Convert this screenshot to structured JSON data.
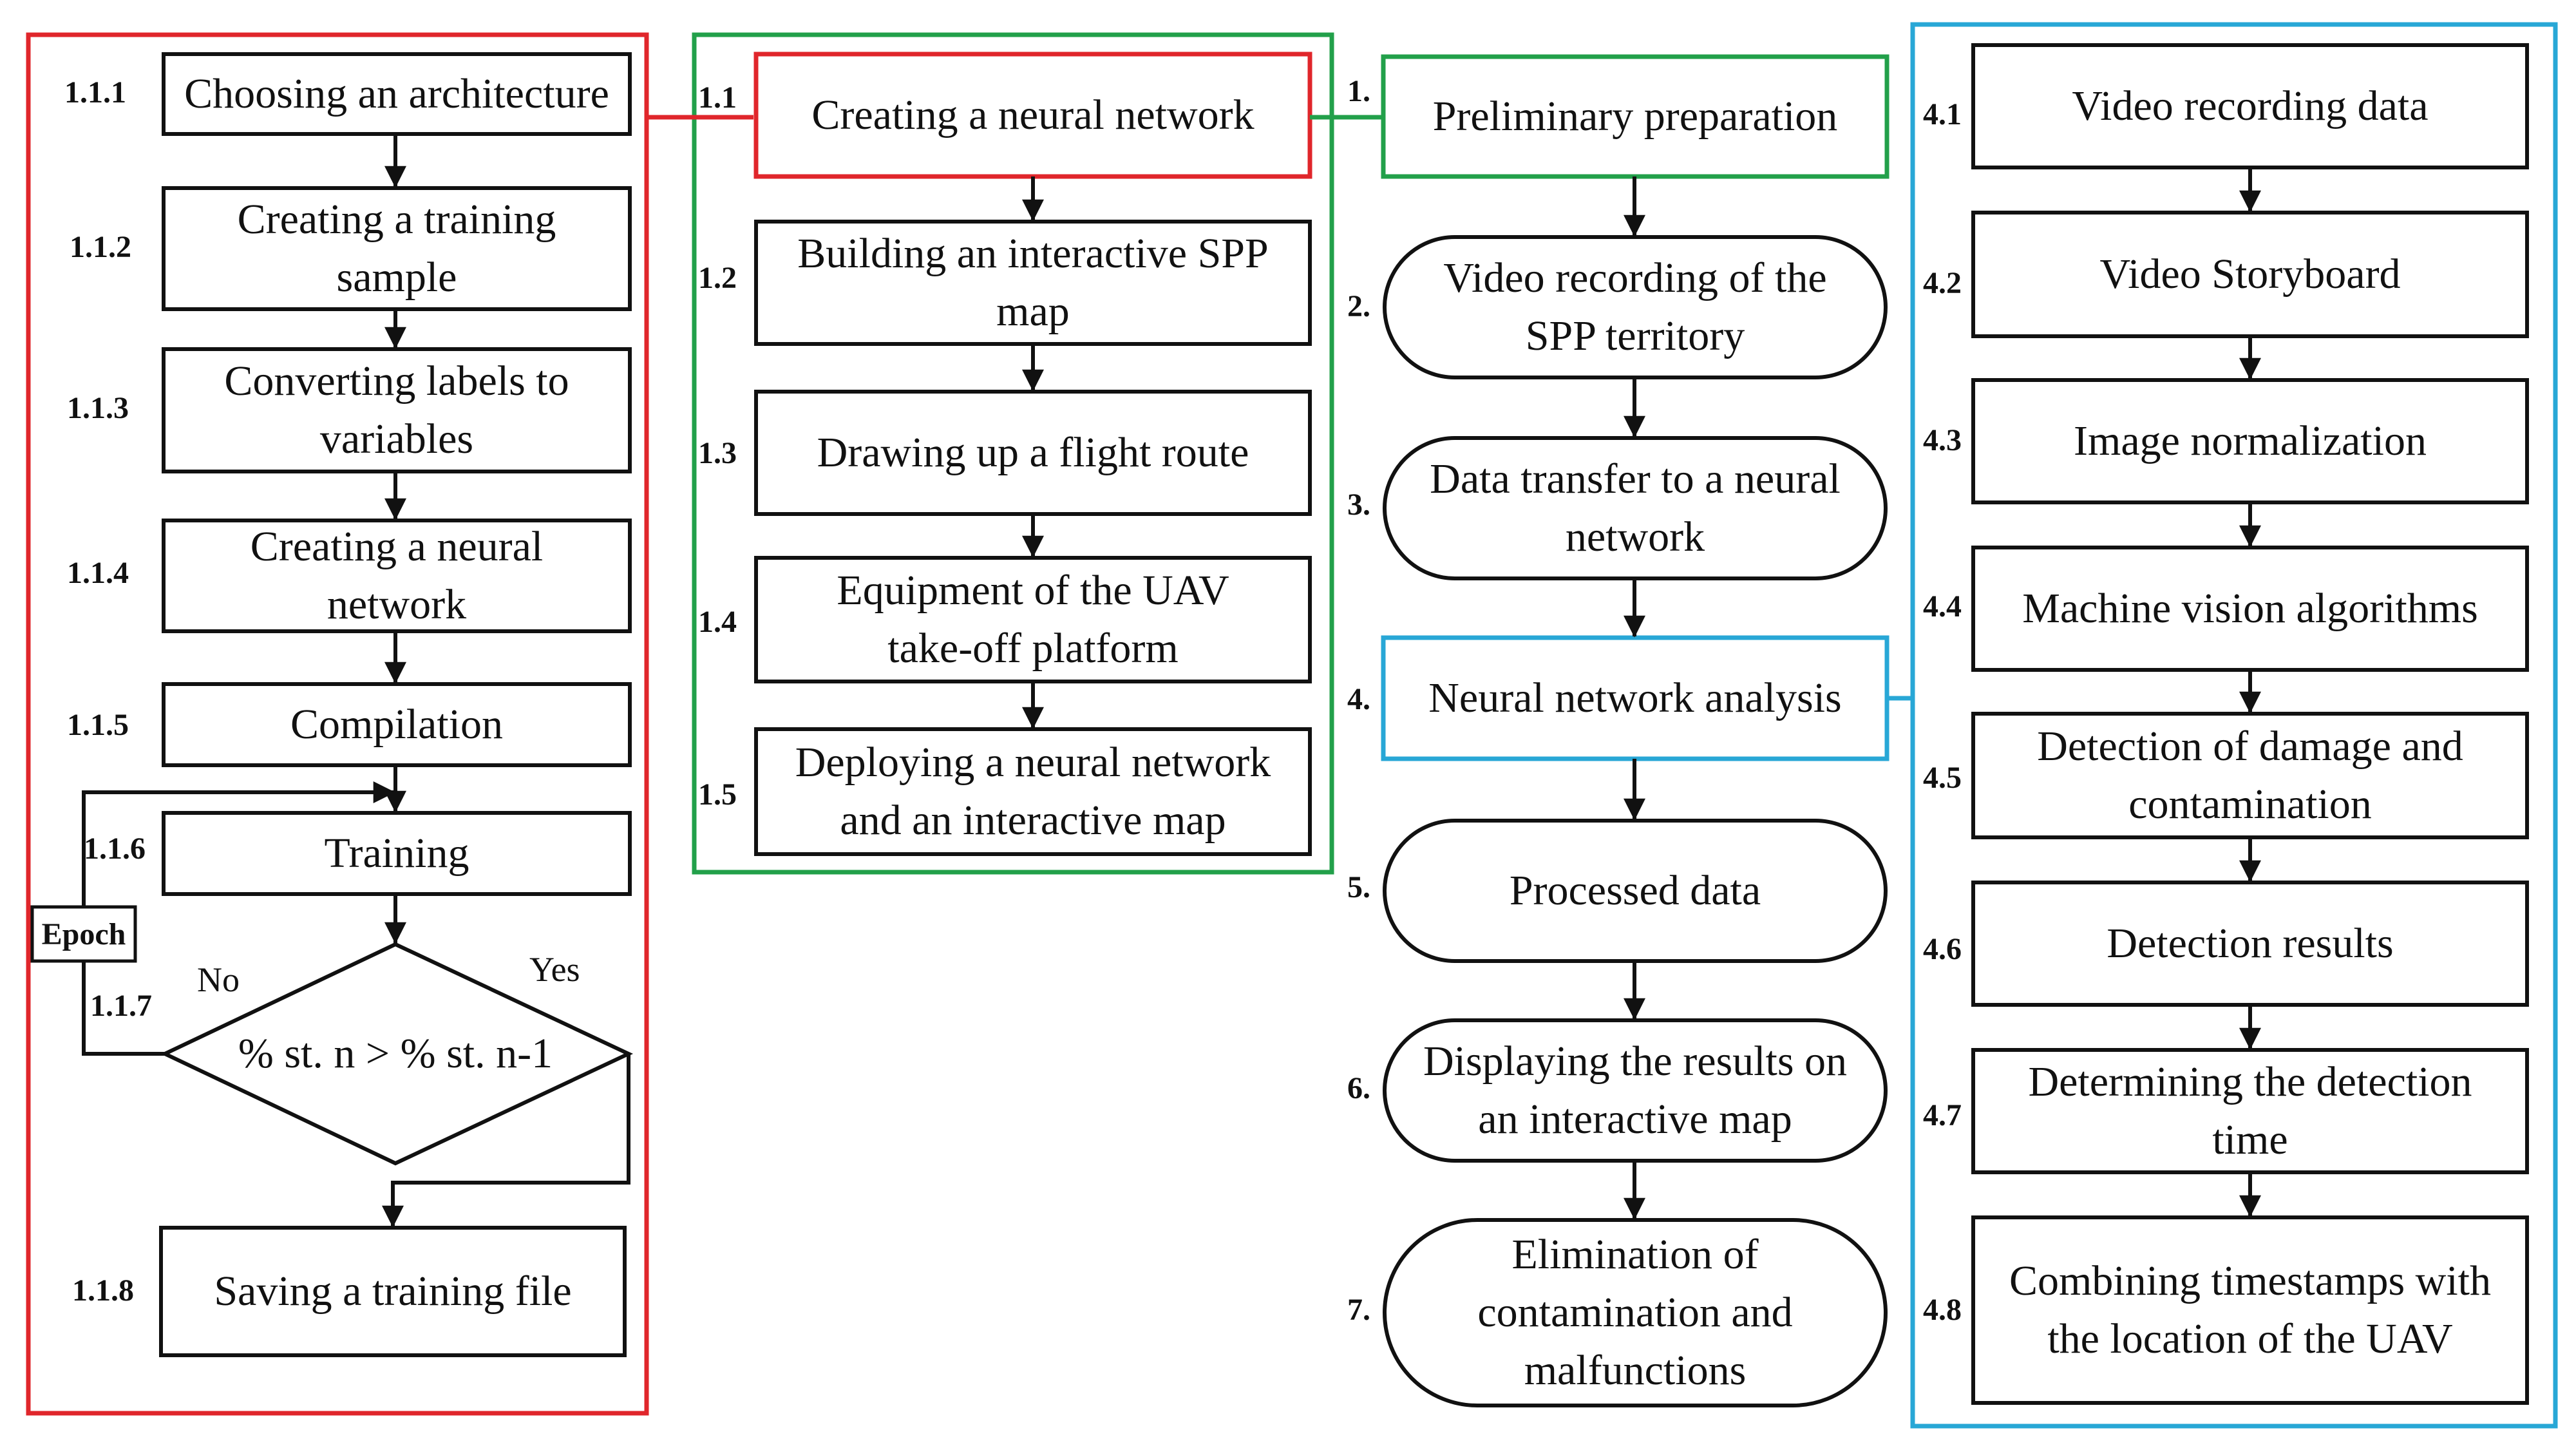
{
  "colors": {
    "red": "#e0262b",
    "green": "#22a04a",
    "blue": "#28a7d6",
    "black": "#111111"
  },
  "col1": {
    "items": [
      {
        "num": "1.1.1",
        "text": "Choosing an architecture"
      },
      {
        "num": "1.1.2",
        "text": "Creating a training sample"
      },
      {
        "num": "1.1.3",
        "text": "Converting labels to variables"
      },
      {
        "num": "1.1.4",
        "text": "Creating a neural network"
      },
      {
        "num": "1.1.5",
        "text": "Compilation"
      },
      {
        "num": "1.1.6",
        "text": "Training"
      },
      {
        "num": "1.1.7",
        "text": "% st. n > % st. n-1"
      },
      {
        "num": "1.1.8",
        "text": "Saving a training file"
      }
    ],
    "no_label": "No",
    "yes_label": "Yes",
    "epoch_label": "Epoch"
  },
  "col2": {
    "items": [
      {
        "num": "1.1",
        "text": "Creating a neural network"
      },
      {
        "num": "1.2",
        "text": "Building an interactive SPP map"
      },
      {
        "num": "1.3",
        "text": "Drawing up a flight route"
      },
      {
        "num": "1.4",
        "text": "Equipment of the UAV take-off platform"
      },
      {
        "num": "1.5",
        "text": "Deploying a neural network and an interactive map"
      }
    ]
  },
  "col3": {
    "items": [
      {
        "num": "1.",
        "text": "Preliminary preparation"
      },
      {
        "num": "2.",
        "text": "Video recording of the SPP territory"
      },
      {
        "num": "3.",
        "text": "Data transfer to a neural network"
      },
      {
        "num": "4.",
        "text": "Neural network analysis"
      },
      {
        "num": "5.",
        "text": "Processed data"
      },
      {
        "num": "6.",
        "text": "Displaying the results on an interactive map"
      },
      {
        "num": "7.",
        "text": "Elimination of contamination and malfunctions"
      }
    ]
  },
  "col4": {
    "items": [
      {
        "num": "4.1",
        "text": "Video recording data"
      },
      {
        "num": "4.2",
        "text": "Video Storyboard"
      },
      {
        "num": "4.3",
        "text": "Image normalization"
      },
      {
        "num": "4.4",
        "text": "Machine vision algorithms"
      },
      {
        "num": "4.5",
        "text": "Detection of damage and contamination"
      },
      {
        "num": "4.6",
        "text": "Detection results"
      },
      {
        "num": "4.7",
        "text": "Determining the detection time"
      },
      {
        "num": "4.8",
        "text": "Combining timestamps with the location of the UAV"
      }
    ]
  }
}
